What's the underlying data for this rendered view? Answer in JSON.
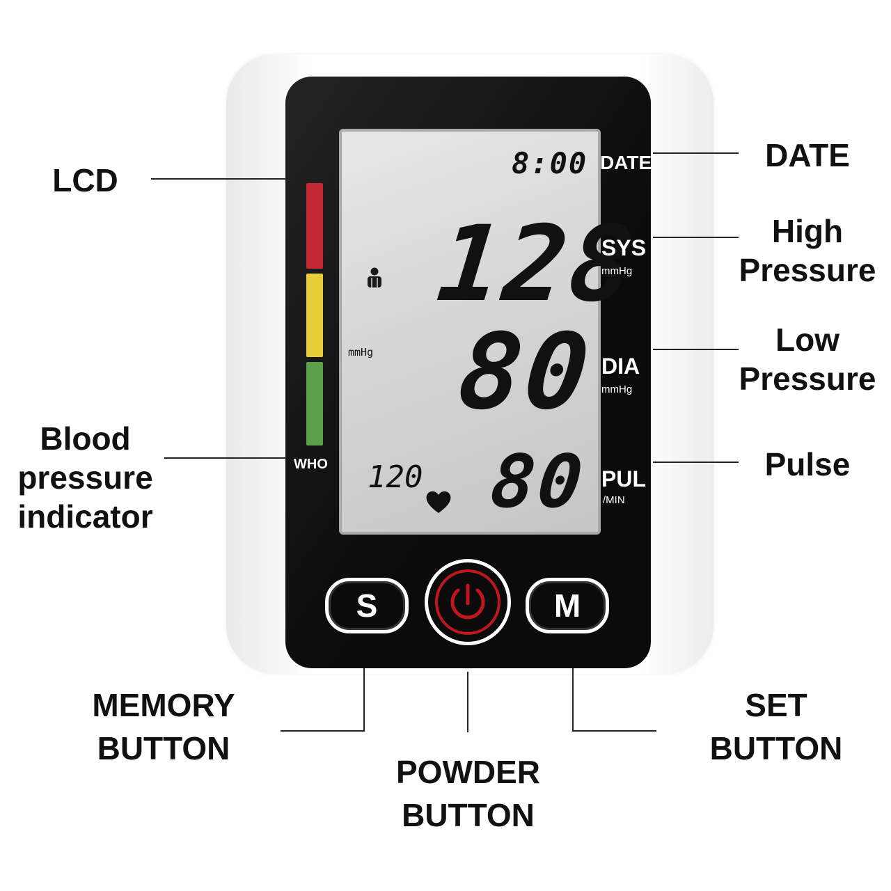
{
  "colors": {
    "panel": "#0b0b0b",
    "lcd_background": "#d4d4d4",
    "indicator_red": "#c62833",
    "indicator_yellow": "#e8cf3a",
    "indicator_green": "#5aa04a",
    "power_ring": "#c0161c"
  },
  "callouts": {
    "lcd": "LCD",
    "date": "DATE",
    "high_pressure_line1": "High",
    "high_pressure_line2": "Pressure",
    "low_pressure_line1": "Low",
    "low_pressure_line2": "Pressure",
    "pulse": "Pulse",
    "bp_indicator_line1": "Blood",
    "bp_indicator_line2": "pressure",
    "bp_indicator_line3": "indicator",
    "memory_button_line1": "MEMORY",
    "memory_button_line2": "BUTTON",
    "power_button_line1": "POWDER",
    "power_button_line2": "BUTTON",
    "set_button_line1": "SET",
    "set_button_line2": "BUTTON"
  },
  "device": {
    "who_label": "WHO",
    "date_label": "DATE",
    "sys_label": "SYS",
    "sys_unit": "mmHg",
    "dia_label": "DIA",
    "dia_unit": "mmHg",
    "pul_label": "PUL",
    "pul_unit": "/MIN",
    "buttons": {
      "s_label": "S",
      "m_label": "M",
      "power_icon": "power-icon"
    }
  },
  "lcd": {
    "time": "8:00",
    "systolic": "128",
    "diastolic": "80",
    "pulse": "80",
    "memory_number": "120",
    "unit_small": "mmHg",
    "user_icon": "user-icon",
    "heart_icon": "heart-icon"
  }
}
